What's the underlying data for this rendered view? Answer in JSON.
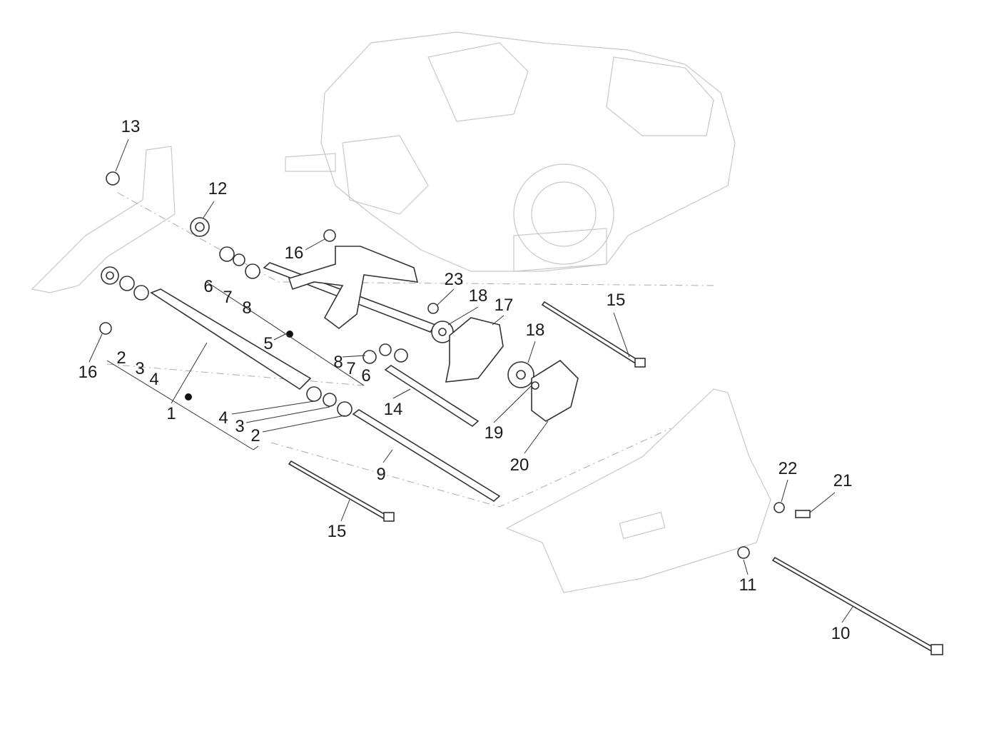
{
  "diagram": {
    "type": "exploded parts diagram",
    "callouts": [
      "13",
      "12",
      "16",
      "6",
      "7",
      "8",
      "23",
      "18",
      "17",
      "15",
      "18",
      "5",
      "8",
      "7",
      "6",
      "2",
      "3",
      "4",
      "16",
      "1",
      "4",
      "3",
      "2",
      "14",
      "19",
      "20",
      "9",
      "15",
      "22",
      "21",
      "11",
      "10"
    ]
  }
}
